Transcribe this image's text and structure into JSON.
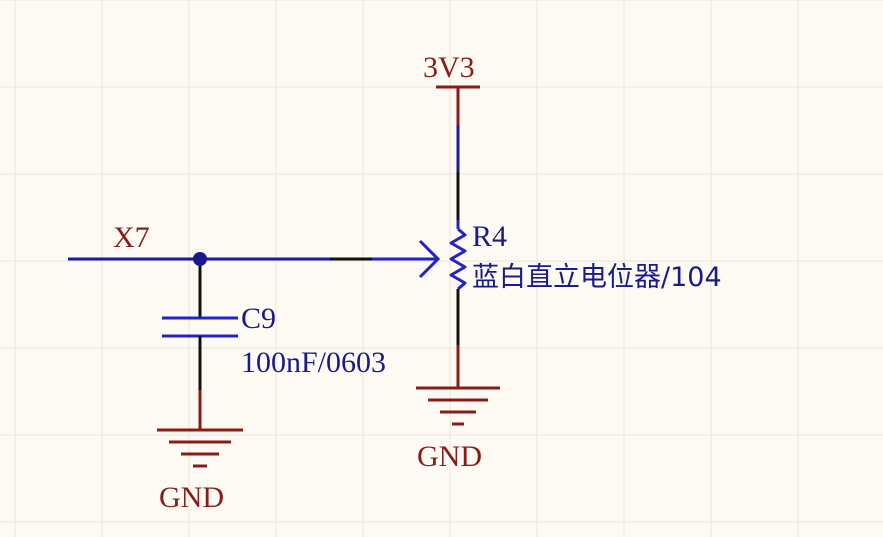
{
  "colors": {
    "background": "#fdfaf3",
    "grid": "#ece7dc",
    "net_wire": "#1a1aa0",
    "component": "#2222cc",
    "power": "#8b1a1a",
    "designator_text": "#1a1a8c",
    "wire_junction": "#000000"
  },
  "nets": {
    "x7": "X7",
    "vcc": "3V3",
    "gnd_cap": "GND",
    "gnd_pot": "GND"
  },
  "components": {
    "c9": {
      "designator": "C9",
      "value": "100nF/0603"
    },
    "r4": {
      "designator": "R4",
      "value": "蓝白直立电位器/104"
    }
  },
  "icons": {
    "power_port": "power-bar-icon",
    "ground": "ground-icon",
    "capacitor": "capacitor-icon",
    "potentiometer": "potentiometer-icon",
    "junction": "junction-dot-icon"
  }
}
